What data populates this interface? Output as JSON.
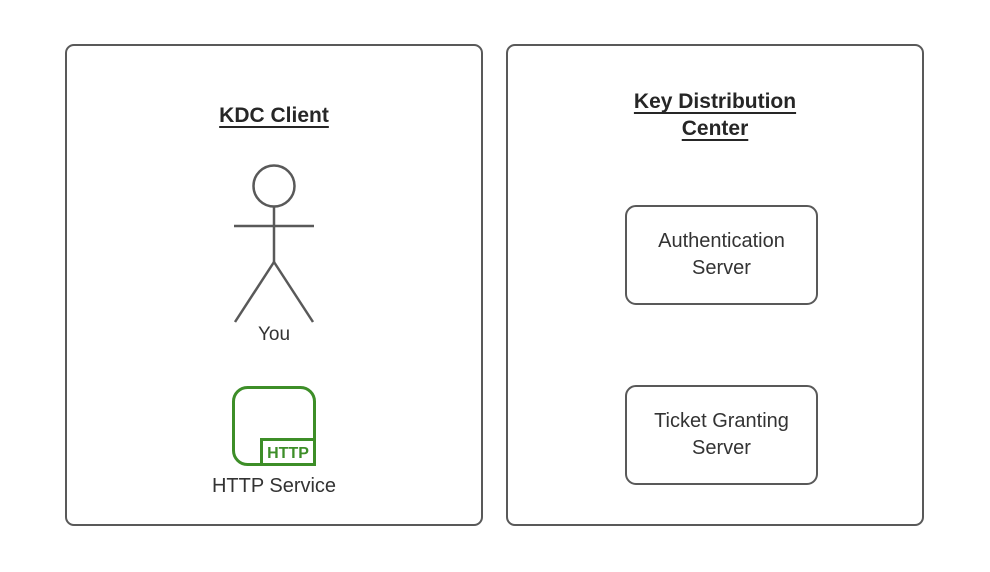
{
  "colors": {
    "panel_border": "#595959",
    "node_border": "#595959",
    "text": "#333333",
    "title_text": "#262626",
    "accent_green": "#3d8e28",
    "background": "#ffffff"
  },
  "panels": [
    {
      "title": "KDC Client",
      "actor": {
        "icon": "stick-figure-actor-icon",
        "label": "You"
      },
      "service": {
        "icon": "http-service-icon",
        "icon_text": "HTTP",
        "label": "HTTP Service"
      }
    },
    {
      "title": "Key Distribution Center",
      "nodes": [
        {
          "label": "Authentication Server"
        },
        {
          "label": "Ticket Granting Server"
        }
      ]
    }
  ]
}
